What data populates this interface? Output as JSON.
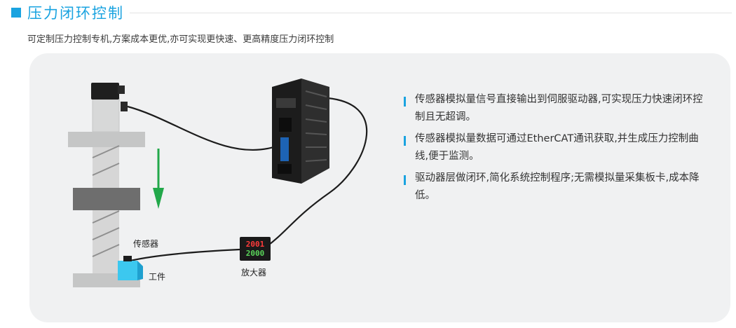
{
  "header": {
    "title": "压力闭环控制"
  },
  "subtitle": "可定制压力控制专机,方案成本更优,亦可实现更快速、更高精度压力闭环控制",
  "bullets": [
    {
      "text": "传感器模拟量信号直接输出到伺服驱动器,可实现压力快速闭环控制且无超调。"
    },
    {
      "text": "传感器模拟量数据可通过EtherCAT通讯获取,并生成压力控制曲线,便于监测。"
    },
    {
      "text": "驱动器层做闭环,简化系统控制程序;无需模拟量采集板卡,成本降低。"
    }
  ],
  "diagram": {
    "sensor_label": "传感器",
    "workpiece_label": "工件",
    "amplifier_label": "放大器",
    "amplifier_display": {
      "line1": "2001",
      "line2": "2000"
    }
  },
  "colors": {
    "accent": "#1aa3e0",
    "arrow": "#22a84a",
    "workpiece": "#3cc8ef"
  }
}
